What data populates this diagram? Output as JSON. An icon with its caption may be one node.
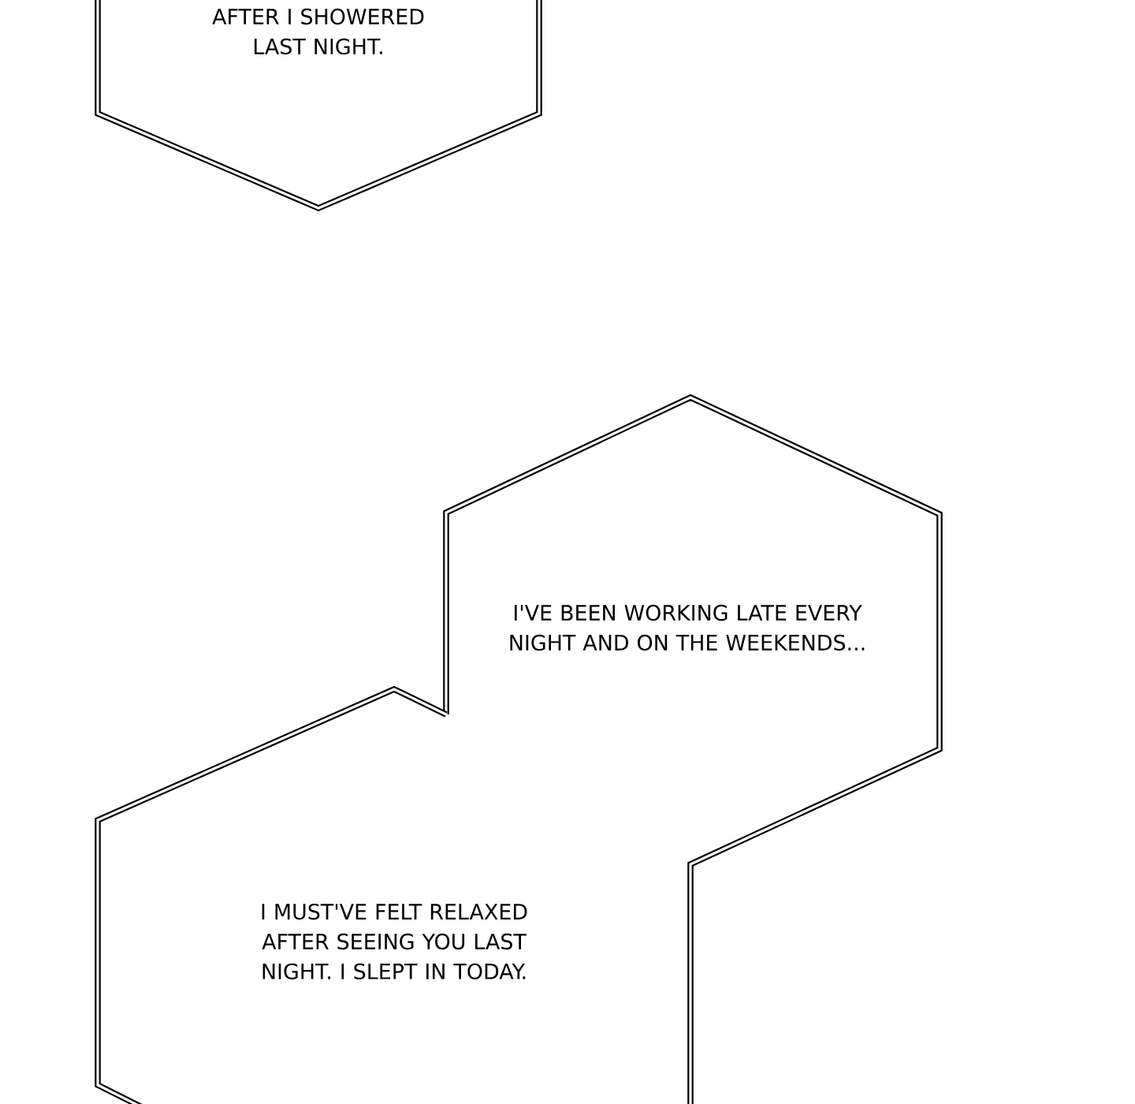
{
  "diagram": {
    "nodes": [
      {
        "text": [
          "AFTER I SHOWERED LAST NIGHT."
        ]
      },
      {
        "text": [
          "I'VE BEEN WORKING LATE EVERY NIGHT AND ON THE WEEKENDS..."
        ]
      },
      {
        "text": [
          "I MUST'VE FELT RELAXED AFTER SEEING YOU LAST NIGHT. I SLEPT IN TODAY."
        ]
      }
    ]
  }
}
